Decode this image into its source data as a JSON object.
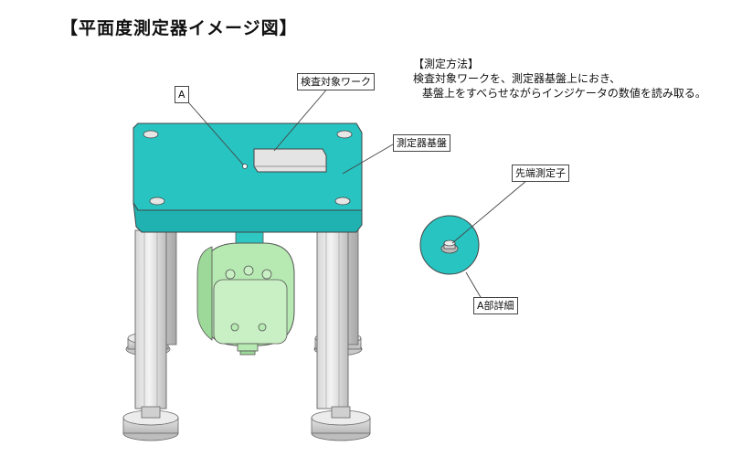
{
  "title": "【平面度測定器イメージ図】",
  "method": {
    "heading": "【測定方法】",
    "line1": "検査対象ワークを、測定器基盤上におき、",
    "line2": "基盤上をすべらせながらインジケータの数値を読み取る。"
  },
  "labels": {
    "a": "A",
    "work": "検査対象ワーク",
    "base": "測定器基盤",
    "probe": "先端測定子",
    "detail": "A部詳細"
  },
  "colors": {
    "base_plate": "#28c4c2",
    "indicator": "#b6eab2",
    "legs": "#e2e2e2",
    "work": "#e4e4e4"
  }
}
